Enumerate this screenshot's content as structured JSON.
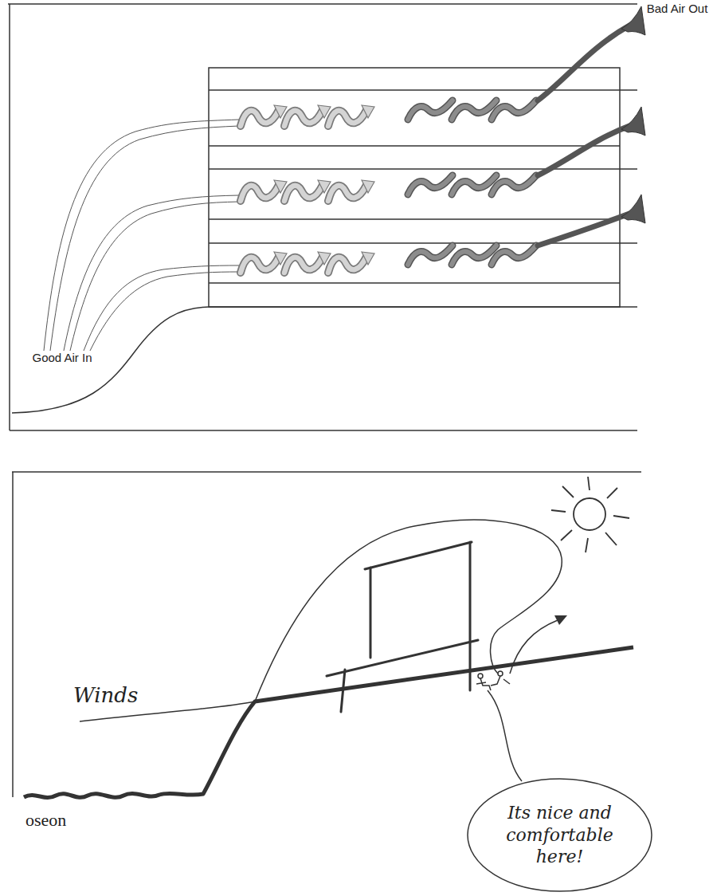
{
  "diagram": {
    "nodes": [
      {
        "text": [
          "Its nice and comfortable here!"
        ]
      }
    ],
    "labels": [
      "Bad Air Out",
      "Good Air In",
      "Winds",
      "oseon"
    ]
  }
}
